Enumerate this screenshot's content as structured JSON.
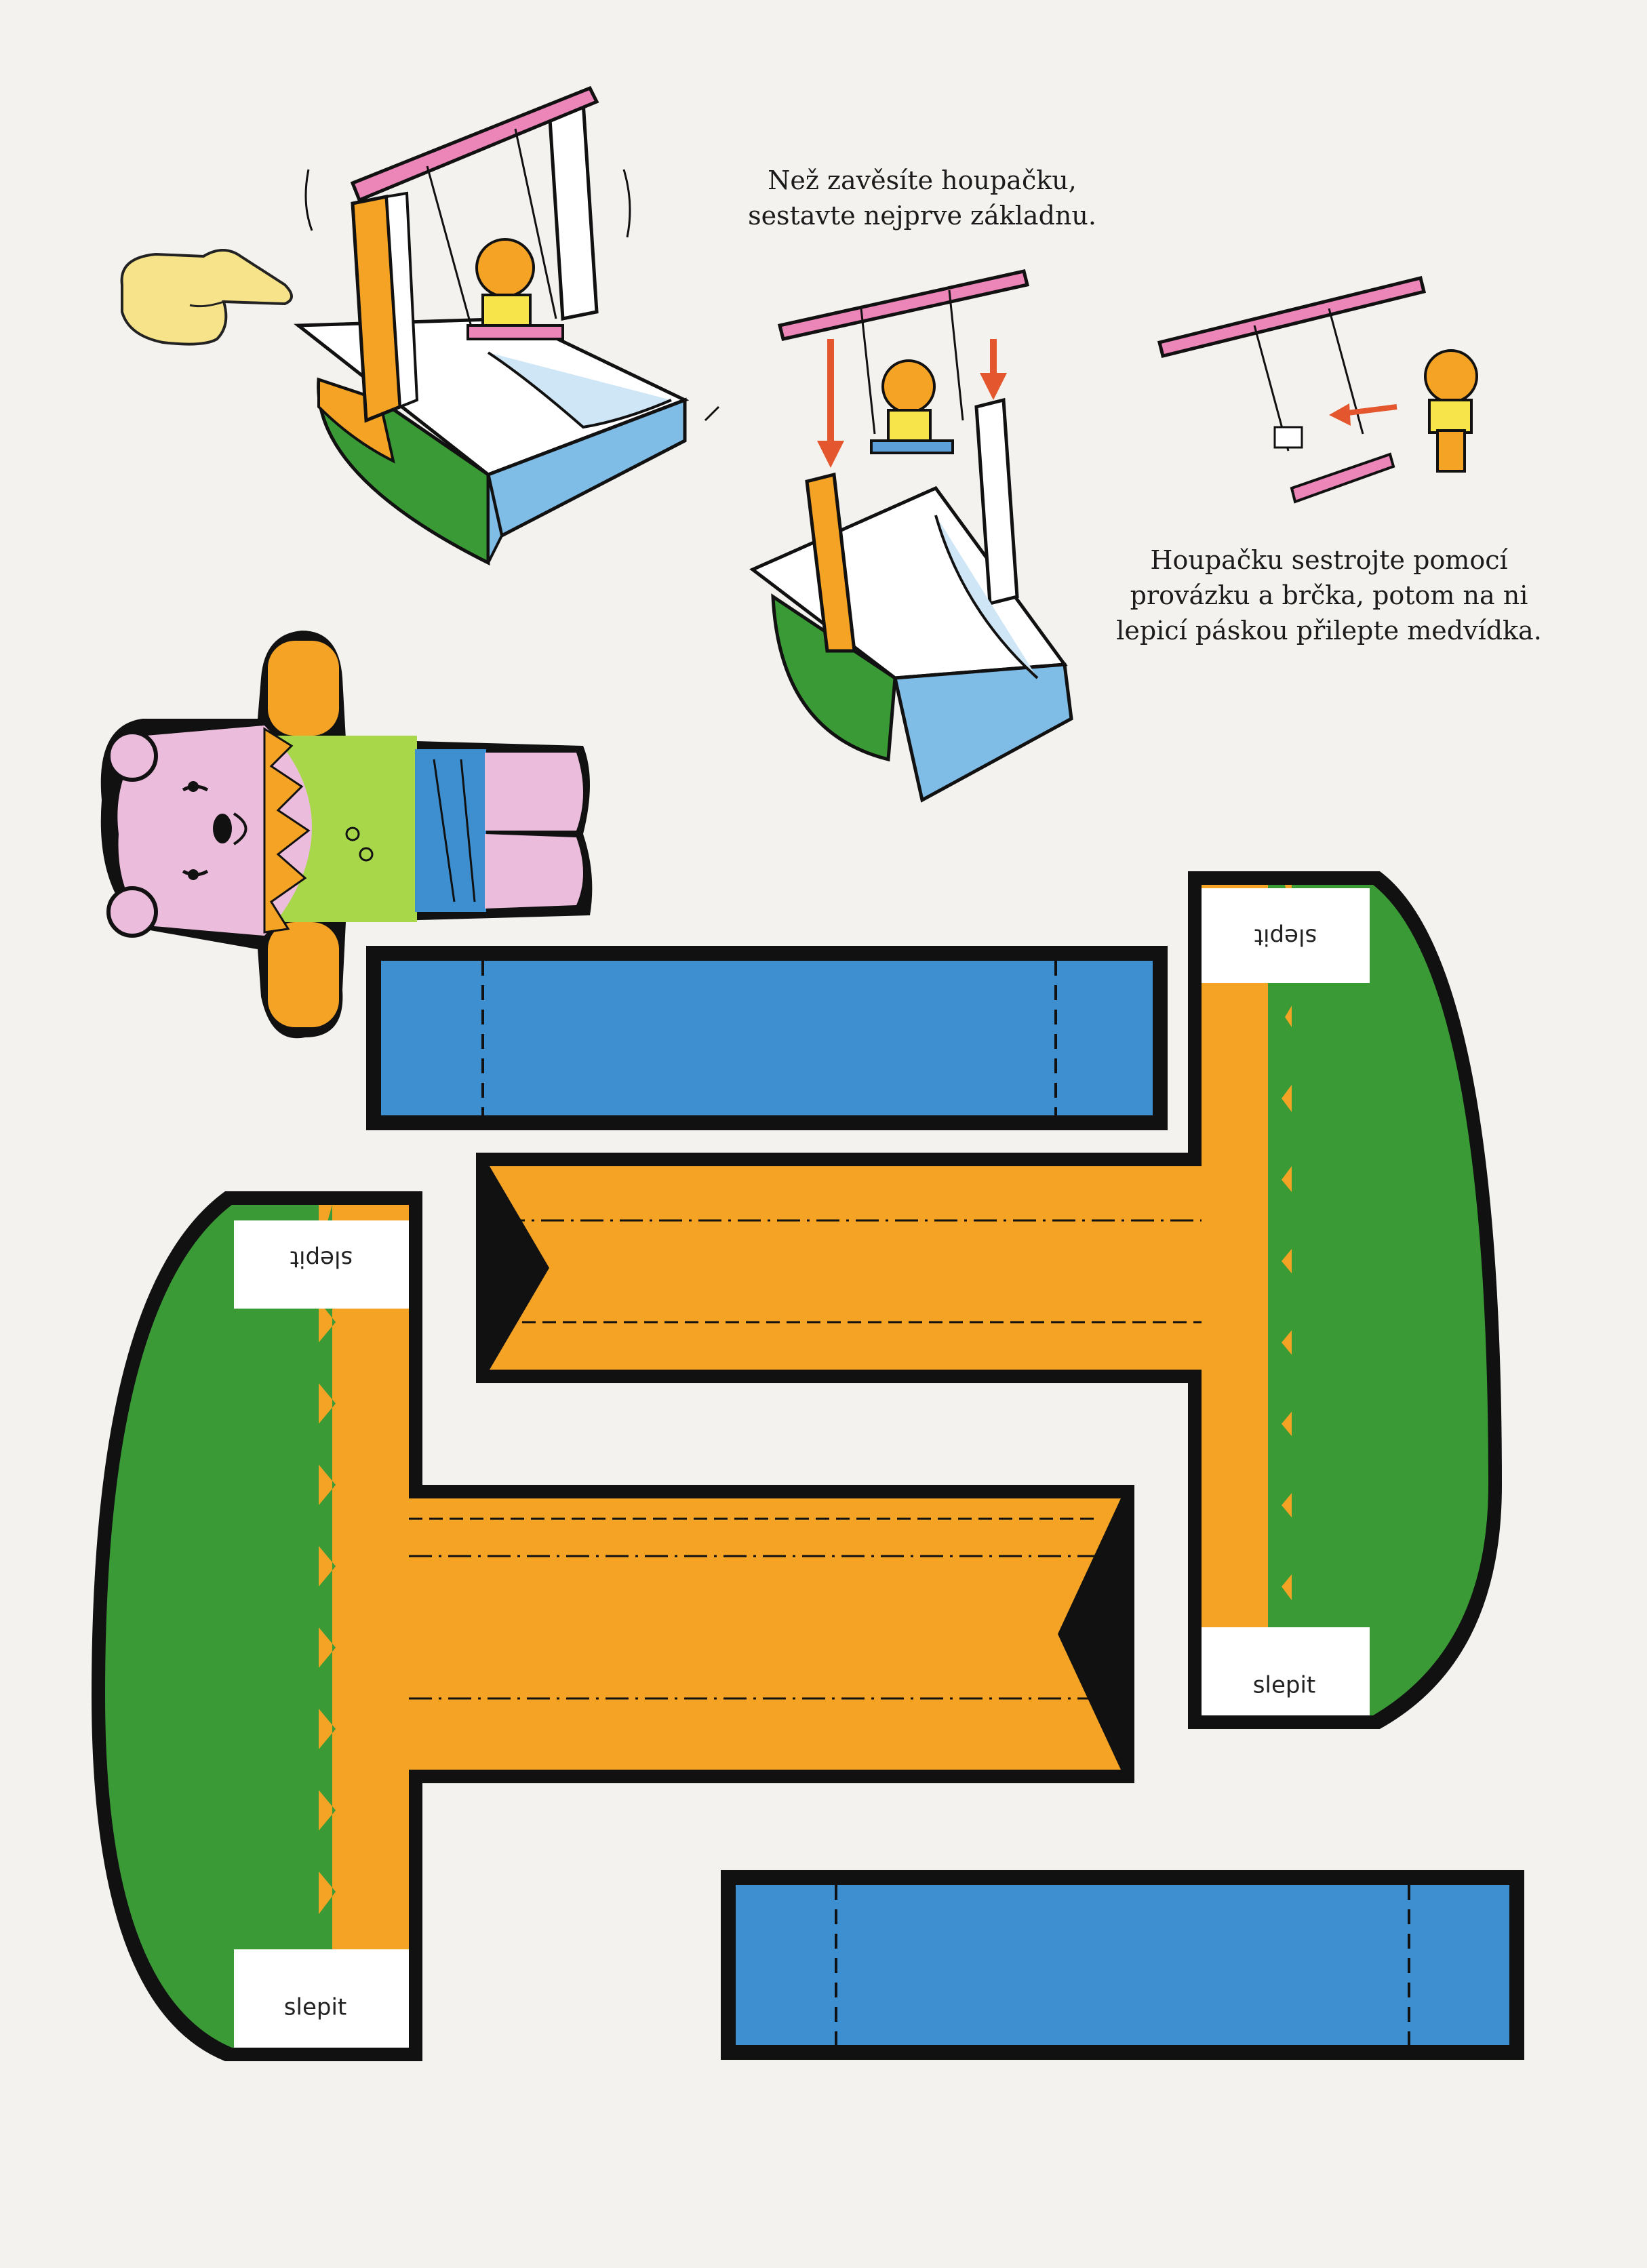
{
  "instructions": {
    "step1": [
      "Než zavěsíte houpačku,",
      "sestavte nejprve základnu."
    ],
    "step2": [
      "Houpačku sestrojte pomocí",
      "provázku a brčka, potom na ni",
      "lepicí páskou přilepte medvídka."
    ]
  },
  "glue_labels": {
    "right_top": "slepit",
    "right_bottom": "slepit",
    "left_top": "slepit",
    "left_bottom": "slepit"
  },
  "colors": {
    "orange": "#f4a325",
    "green": "#3a9a36",
    "blue": "#3d8fd0",
    "pink": "#ecbcdc",
    "lime": "#a8d84a",
    "outline": "#111111",
    "paper": "#f3f2ee"
  },
  "icons": [
    "pointing-hand-icon",
    "swing-assembly-illustration",
    "teddy-bear-cutout"
  ]
}
